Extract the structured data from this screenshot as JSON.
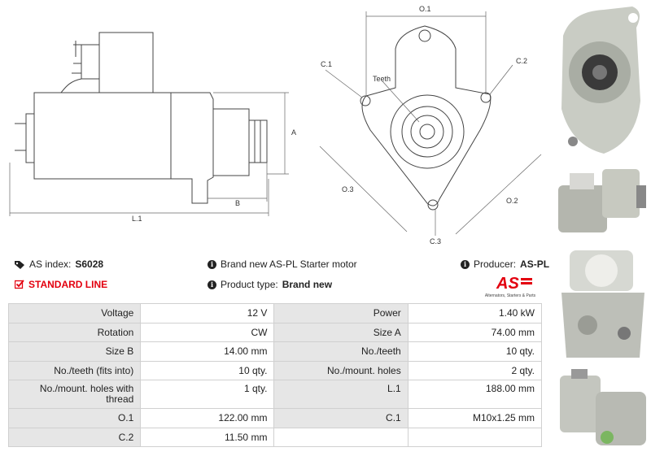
{
  "diagram": {
    "labels": {
      "o1": "O.1",
      "c1": "C.1",
      "c2": "C.2",
      "teeth": "Teeth",
      "a": "A",
      "b": "B",
      "l1": "L.1",
      "o3": "O.3",
      "o2": "O.2",
      "c3": "C.3"
    }
  },
  "info": {
    "as_index_label": "AS index:",
    "as_index_value": "S6028",
    "line_label": "STANDARD LINE",
    "description": "Brand new AS-PL Starter motor",
    "product_type_label": "Product type:",
    "product_type_value": "Brand new",
    "producer_label": "Producer:",
    "producer_value": "AS-PL",
    "logo_mark": "AS",
    "logo_caption": "Alternators, Starters & Parts"
  },
  "specs": [
    {
      "l1": "Voltage",
      "v1": "12 V",
      "l2": "Power",
      "v2": "1.40 kW"
    },
    {
      "l1": "Rotation",
      "v1": "CW",
      "l2": "Size A",
      "v2": "74.00 mm"
    },
    {
      "l1": "Size B",
      "v1": "14.00 mm",
      "l2": "No./teeth",
      "v2": "10 qty."
    },
    {
      "l1": "No./teeth (fits into)",
      "v1": "10 qty.",
      "l2": "No./mount. holes",
      "v2": "2 qty."
    },
    {
      "l1": "No./mount. holes with thread",
      "v1": "1 qty.",
      "l2": "L.1",
      "v2": "188.00 mm"
    },
    {
      "l1": "O.1",
      "v1": "122.00 mm",
      "l2": "C.1",
      "v2": "M10x1.25 mm"
    },
    {
      "l1": "C.2",
      "v1": "11.50 mm",
      "l2": "",
      "v2": ""
    }
  ],
  "colors": {
    "accent": "#e3000f",
    "label_bg": "#e6e6e6",
    "border": "#d0d0d0"
  }
}
